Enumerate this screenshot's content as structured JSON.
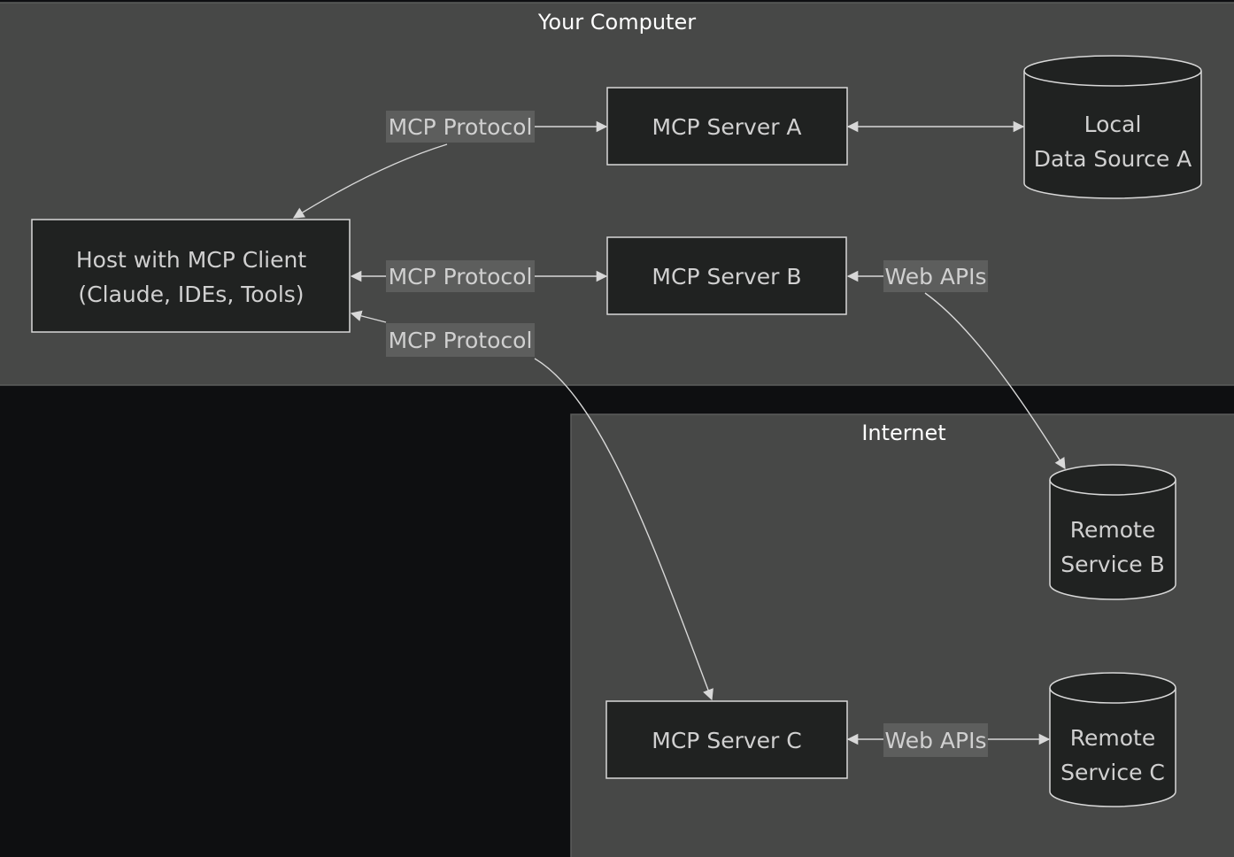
{
  "clusters": {
    "your_computer": {
      "label": "Your Computer"
    },
    "internet": {
      "label": "Internet"
    }
  },
  "nodes": {
    "host": {
      "lines": [
        "Host with MCP Client",
        "(Claude, IDEs, Tools)"
      ]
    },
    "server_a": {
      "lines": [
        "MCP Server A"
      ]
    },
    "server_b": {
      "lines": [
        "MCP Server B"
      ]
    },
    "server_c": {
      "lines": [
        "MCP Server C"
      ]
    },
    "local_data_a": {
      "lines": [
        "Local",
        "Data Source A"
      ]
    },
    "remote_b": {
      "lines": [
        "Remote",
        "Service B"
      ]
    },
    "remote_c": {
      "lines": [
        "Remote",
        "Service C"
      ]
    }
  },
  "edges": {
    "host_server_a": {
      "label": "MCP Protocol"
    },
    "host_server_b": {
      "label": "MCP Protocol"
    },
    "host_server_c": {
      "label": "MCP Protocol"
    },
    "server_a_local": {
      "label": ""
    },
    "server_b_remote": {
      "label": "Web APIs"
    },
    "server_c_remote": {
      "label": "Web APIs"
    }
  },
  "colors": {
    "background": "#0e0f11",
    "cluster_fill": "#474847",
    "node_fill": "#202221",
    "node_stroke": "#d8d8d8",
    "edge_label_bg": "#5d5e5d",
    "text": "#d0d0d0"
  }
}
